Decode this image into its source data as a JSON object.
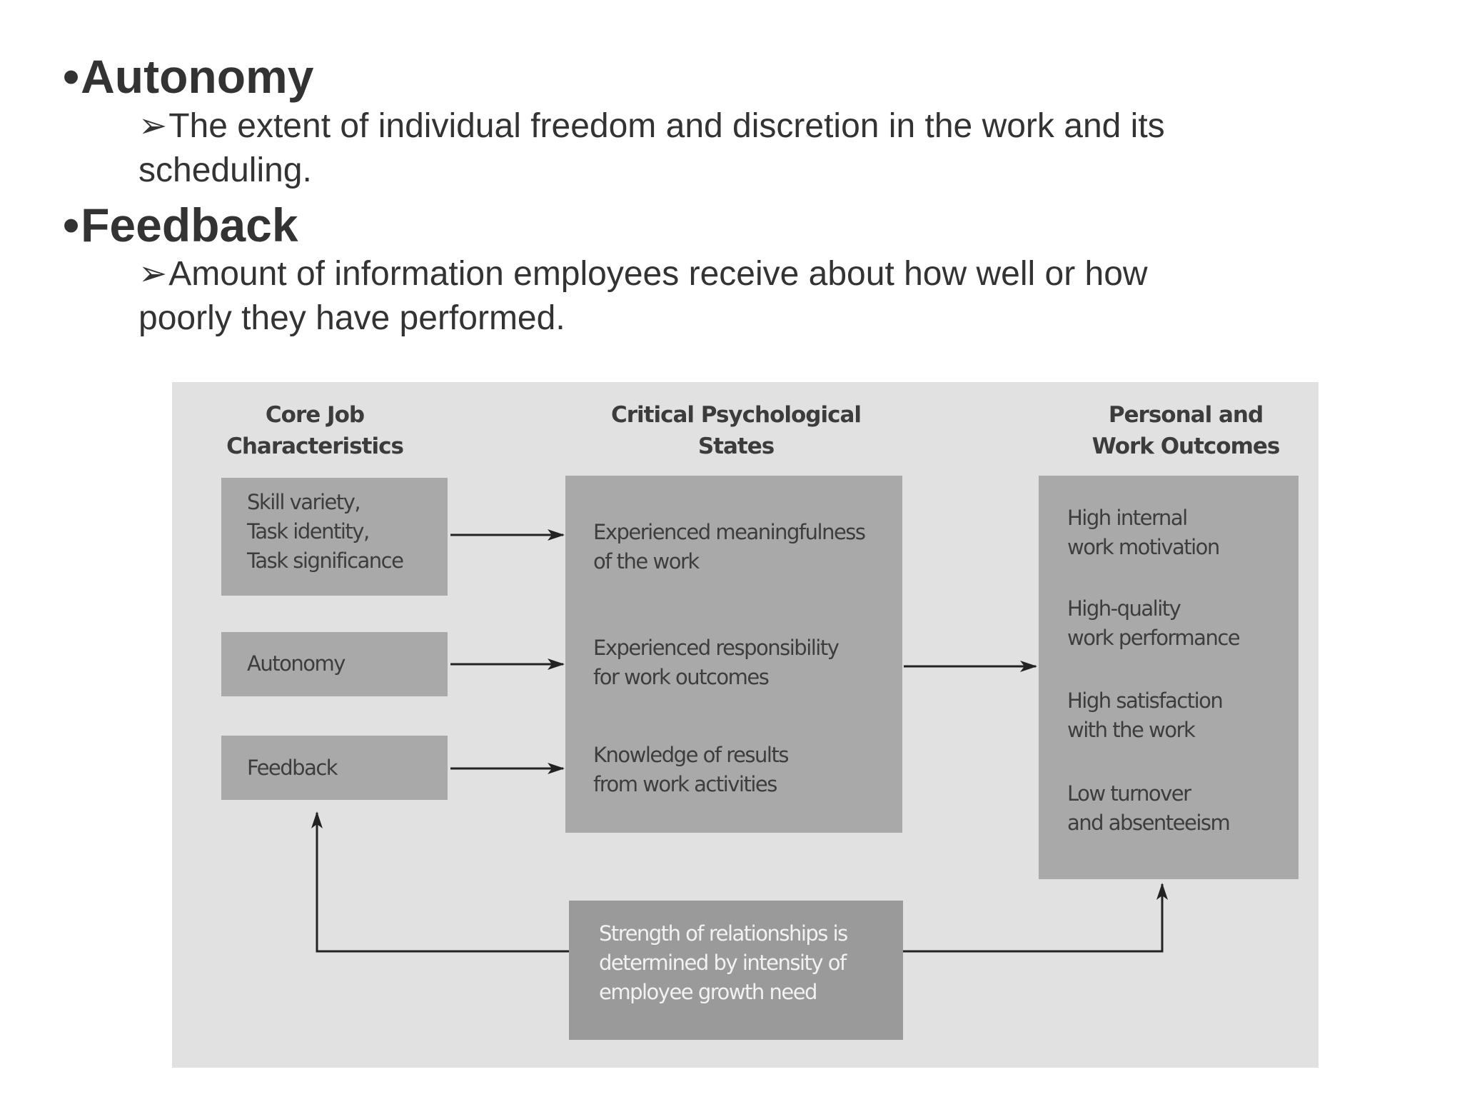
{
  "slide": {
    "bullet_char": "•",
    "sub_bullet_char": "➢",
    "sections": [
      {
        "heading": "Autonomy",
        "line1": "The extent of individual freedom and discretion in the work and its",
        "line2": "scheduling."
      },
      {
        "heading": "Feedback",
        "line1": "Amount of information employees receive about how well or how",
        "line2": "poorly they have performed."
      }
    ]
  },
  "diagram": {
    "columns": {
      "core": {
        "line1": "Core Job",
        "line2": "Characteristics"
      },
      "states": {
        "line1": "Critical Psychological",
        "line2": "States"
      },
      "outcomes": {
        "line1": "Personal and",
        "line2": "Work Outcomes"
      }
    },
    "core_boxes": [
      {
        "lines": [
          "Skill variety,",
          "Task identity,",
          "Task significance"
        ]
      },
      {
        "lines": [
          "Autonomy"
        ]
      },
      {
        "lines": [
          "Feedback"
        ]
      }
    ],
    "states": [
      {
        "line1": "Experienced meaningfulness",
        "line2": "of the work"
      },
      {
        "line1": "Experienced responsibility",
        "line2": "for work outcomes"
      },
      {
        "line1": "Knowledge of results",
        "line2": "from work activities"
      }
    ],
    "outcomes": [
      {
        "line1": "High internal",
        "line2": "work motivation"
      },
      {
        "line1": "High-quality",
        "line2": "work performance"
      },
      {
        "line1": "High satisfaction",
        "line2": "with the work"
      },
      {
        "line1": "Low turnover",
        "line2": "and absenteeism"
      }
    ],
    "moderator": {
      "lines": [
        "Strength of relationships is",
        "determined by intensity of",
        "employee growth need"
      ]
    },
    "colors": {
      "panel": "#e1e1e1",
      "box": "#a9a9a9",
      "moderator_box": "#9a9a9a",
      "arrow": "#222222"
    }
  }
}
